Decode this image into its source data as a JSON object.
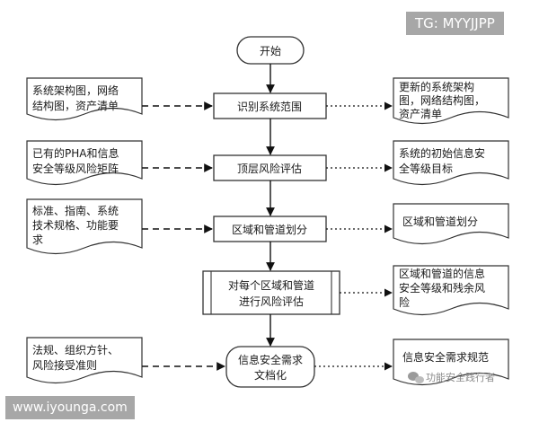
{
  "watermark_top": "TG: MYYJJPP",
  "watermark_bottom": "www.iyounga.com",
  "watermark_wechat": "功能安全践行者",
  "start": {
    "label": "开始"
  },
  "process": [
    {
      "lines": [
        "识别系统范围"
      ]
    },
    {
      "lines": [
        "顶层风险评估"
      ]
    },
    {
      "lines": [
        "区域和管道划分"
      ]
    },
    {
      "lines": [
        "对每个区域和管道",
        "进行风险评估"
      ]
    },
    {
      "lines": [
        "信息安全需求",
        "文档化"
      ]
    }
  ],
  "inputs": [
    {
      "lines": [
        "系统架构图，网络",
        "结构图，资产清单"
      ]
    },
    {
      "lines": [
        "已有的PHA和信息",
        "安全等级风险矩阵"
      ]
    },
    {
      "lines": [
        "标准、指南、系统",
        "技术规格、功能要",
        "求"
      ]
    },
    {
      "lines": [
        "法规、组织方针、",
        "风险接受准则"
      ]
    }
  ],
  "outputs": [
    {
      "lines": [
        "更新的系统架构",
        "图，网络结构图，",
        "资产清单"
      ]
    },
    {
      "lines": [
        "系统的初始信息安",
        "全等级目标"
      ]
    },
    {
      "lines": [
        "区域和管道划分"
      ]
    },
    {
      "lines": [
        "区域和管道的信息",
        "安全等级和残余风",
        "险"
      ]
    },
    {
      "lines": [
        "信息安全需求规范"
      ]
    }
  ]
}
